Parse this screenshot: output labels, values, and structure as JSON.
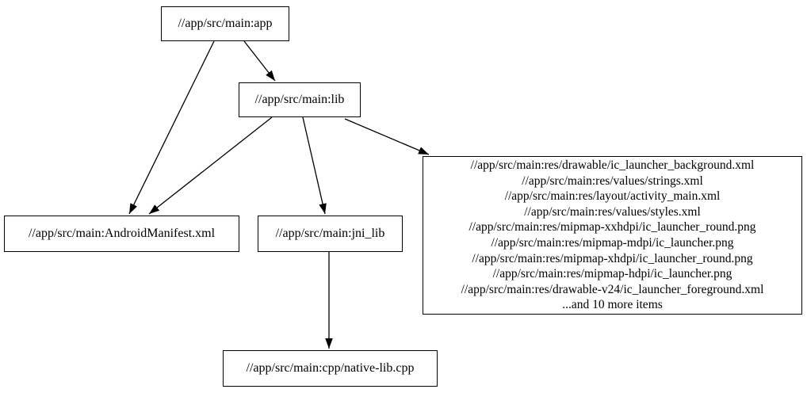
{
  "diagram": {
    "kind": "build-dependency-graph",
    "background_color": "#ffffff",
    "node_border_color": "#000000",
    "edge_color": "#000000",
    "nodes": {
      "app": {
        "label": "//app/src/main:app"
      },
      "lib": {
        "label": "//app/src/main:lib"
      },
      "manifest": {
        "label": "//app/src/main:AndroidManifest.xml"
      },
      "jni_lib": {
        "label": "//app/src/main:jni_lib"
      },
      "native_lib": {
        "label": "//app/src/main:cpp/native-lib.cpp"
      },
      "resources": {
        "lines": [
          "//app/src/main:res/drawable/ic_launcher_background.xml",
          "//app/src/main:res/values/strings.xml",
          "//app/src/main:res/layout/activity_main.xml",
          "//app/src/main:res/values/styles.xml",
          "//app/src/main:res/mipmap-xxhdpi/ic_launcher_round.png",
          "//app/src/main:res/mipmap-mdpi/ic_launcher.png",
          "//app/src/main:res/mipmap-xhdpi/ic_launcher_round.png",
          "//app/src/main:res/mipmap-hdpi/ic_launcher.png",
          "//app/src/main:res/drawable-v24/ic_launcher_foreground.xml",
          "...and 10 more items"
        ]
      }
    },
    "edges": [
      {
        "from": "app",
        "to": "lib"
      },
      {
        "from": "app",
        "to": "manifest"
      },
      {
        "from": "lib",
        "to": "manifest"
      },
      {
        "from": "lib",
        "to": "jni_lib"
      },
      {
        "from": "lib",
        "to": "resources"
      },
      {
        "from": "jni_lib",
        "to": "native_lib"
      }
    ]
  }
}
